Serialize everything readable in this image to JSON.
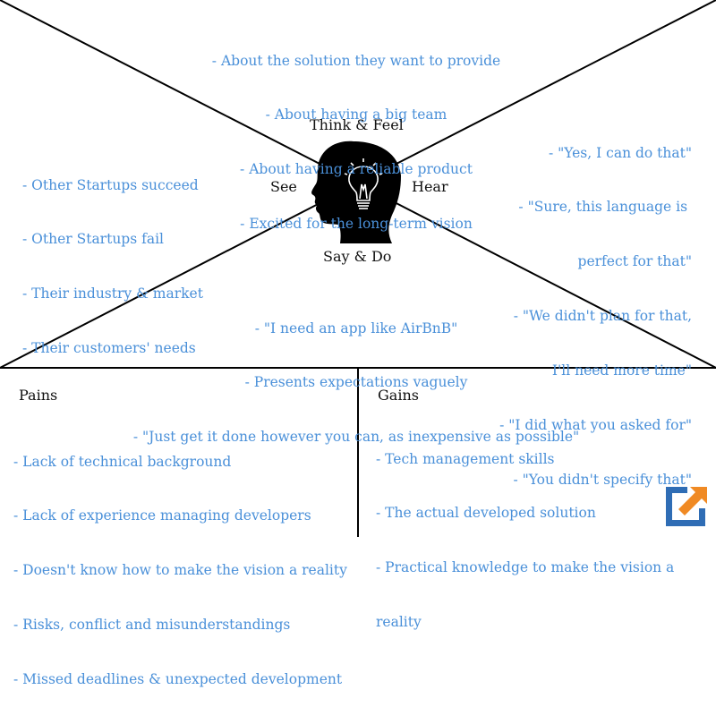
{
  "think_feel": {
    "label": "Think & Feel",
    "items": [
      "- About the solution they want to provide",
      "- About having a big team",
      "- About having a reliable product",
      "- Excited for the long-term vision"
    ]
  },
  "see": {
    "label": "See",
    "items": [
      "- Other Startups succeed",
      "- Other Startups fail",
      "- Their industry & market",
      "- Their customers' needs"
    ]
  },
  "hear": {
    "label": "Hear",
    "items": [
      "- \"Yes, I can do that\"",
      "- \"Sure, this language is ",
      "perfect for that\"",
      "- \"We didn't plan for that,",
      "I'll need more time\"",
      "- \"I did what you asked for\"",
      "- \"You didn't specify that\""
    ]
  },
  "say_do": {
    "label": "Say & Do",
    "items": [
      "- \"I need an app like AirBnB\"",
      "- Presents expectations vaguely",
      "- \"Just get it done however you can, as inexpensive as possible\""
    ]
  },
  "pains": {
    "label": "Pains",
    "items": [
      "- Lack of technical background",
      "- Lack of experience managing developers",
      "- Doesn't know how to make the vision a reality",
      "- Risks, conflict and misunderstandings",
      "- Missed deadlines & unexpected development"
    ]
  },
  "gains": {
    "label": "Gains",
    "items": [
      "- Tech management skills",
      "- The actual developed solution",
      "- Practical knowledge to make the vision a",
      "reality"
    ]
  },
  "colors": {
    "text_accent": "#4a90d9",
    "logo_blue": "#2f6db5",
    "logo_orange": "#f08a24"
  }
}
